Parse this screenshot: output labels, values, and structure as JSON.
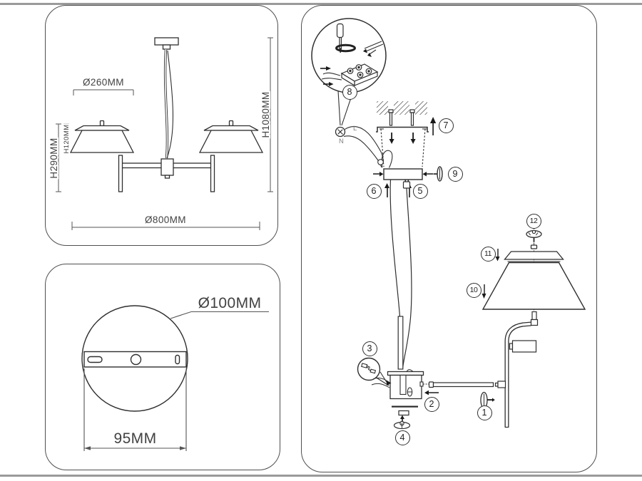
{
  "page": {
    "bg": "#ffffff",
    "frame_line": "#9a9a9a",
    "ink": "#2f2f2f"
  },
  "fixture_panel": {
    "labels": {
      "shade_diameter": "Ø260MM",
      "fixture_height": "H290MM",
      "shade_height": "H120MM",
      "overall_height": "H1080MM",
      "fixture_width": "Ø800MM"
    }
  },
  "canopy_panel": {
    "labels": {
      "plate_diameter": "Ø100MM",
      "bracket_width": "95MM"
    }
  },
  "assembly_panel": {
    "wire_labels": {
      "live": "L",
      "neutral": "N"
    },
    "steps": [
      "1",
      "2",
      "3",
      "4",
      "5",
      "6",
      "7",
      "8",
      "9",
      "10",
      "11",
      "12"
    ]
  }
}
